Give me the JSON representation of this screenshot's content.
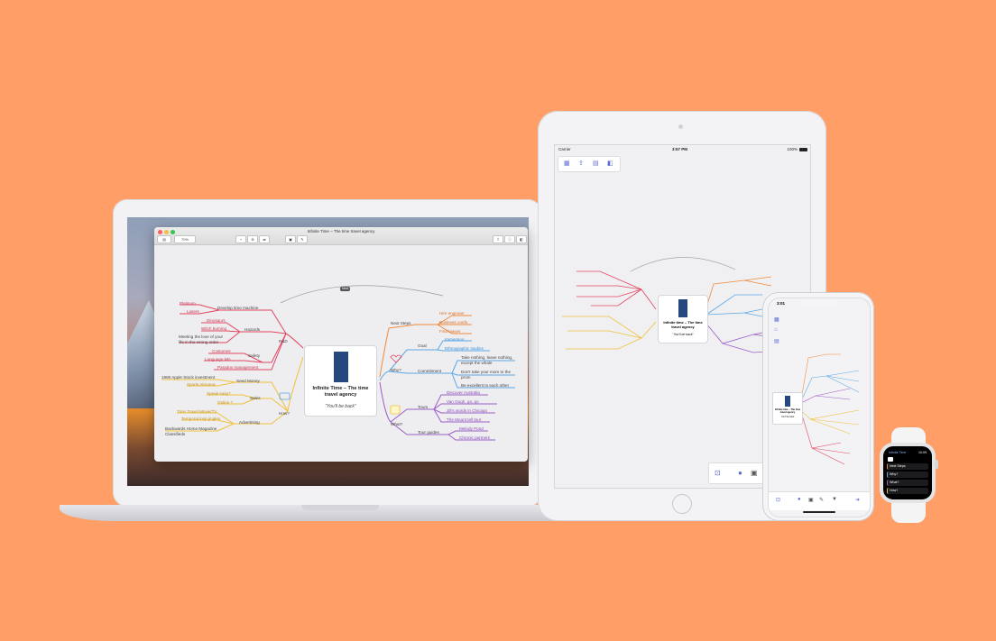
{
  "mac": {
    "window_title": "Infinite Time – The time travel agency",
    "zoom": "70%",
    "top_connector_label": "Next",
    "center_title": "Infinite Time – The time travel agency",
    "center_subtitle": "\"You'll be back\"",
    "left_nodes": [
      "Platinum",
      "Lasers",
      "Develop time machine",
      "Dinosaurs",
      "Witch burning",
      "Meeting the love of your",
      "life in the wrong order",
      "Hazards",
      "R&D",
      "Costumes",
      "Safety",
      "Language kits",
      "Paradox management",
      "1980 Apple Stock investment",
      "Seed Money",
      "Sports Almanac",
      "Speak easy?",
      "Sales",
      "Online ?",
      "How?",
      "Time Travel Movie/TV",
      "Temporal loop jingles",
      "Advertising",
      "Backwards Home Magazine",
      "Classifieds"
    ],
    "right_nodes": [
      "Next Steps",
      "Hire engineer",
      "Business cards",
      "Find lawyer",
      "Goal",
      "Immersion",
      "Ethnographic studies",
      "Why?",
      "Take nothing, leave nothing,",
      "except the whale",
      "Commitment",
      "Don't take your mom to the",
      "prom",
      "Be excellent to each other",
      "Discover Australia",
      "Tours",
      "Van Gogh, go, go",
      "Jill's words in Chicago",
      "What?",
      "The Mount tell tour",
      "Tour guides",
      "Melody Pond",
      "Chronic partners"
    ]
  },
  "ipad": {
    "status_carrier": "Carrier",
    "status_time": "3:57 PM",
    "status_battery": "100%",
    "center_title": "Infinite time – The time travel agency",
    "center_subtitle": "\"You'll be back\""
  },
  "iphone": {
    "status_time": "3:01",
    "center_title": "Infinite time – The time travel agency",
    "center_subtitle": "You'll be back"
  },
  "watch": {
    "app_title": "Infinite Time",
    "time": "10:09",
    "rows": [
      "Next Steps",
      "Why?",
      "What?",
      "How?"
    ]
  },
  "colors": {
    "background": "#ff9e66",
    "red": "#e2455f",
    "orange": "#f08a3a",
    "yellow": "#f0c03a",
    "blue": "#5aa7e6",
    "purple": "#9b5cc8",
    "booth_blue": "#27477f"
  }
}
